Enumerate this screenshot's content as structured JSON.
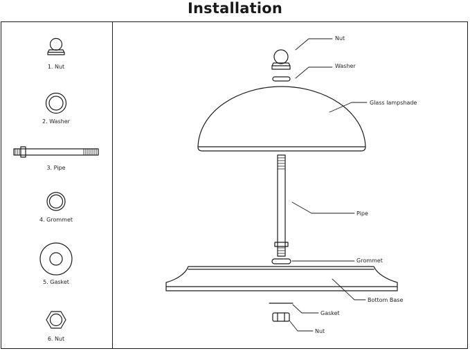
{
  "title": "Installation",
  "parts": [
    {
      "label": "1. Nut"
    },
    {
      "label": "2. Washer"
    },
    {
      "label": "3. Pipe"
    },
    {
      "label": "4. Grommet"
    },
    {
      "label": "5. Gasket"
    },
    {
      "label": "6. Nut"
    }
  ],
  "callouts": {
    "top_nut": "Nut",
    "washer": "Washer",
    "shade": "Glass lampshade",
    "pipe": "Pipe",
    "grommet": "Grommet",
    "base": "Bottom Base",
    "gasket": "Gasket",
    "bottom_nut": "Nut"
  },
  "colors": {
    "line": "#1a1a1a",
    "background": "#ffffff"
  }
}
